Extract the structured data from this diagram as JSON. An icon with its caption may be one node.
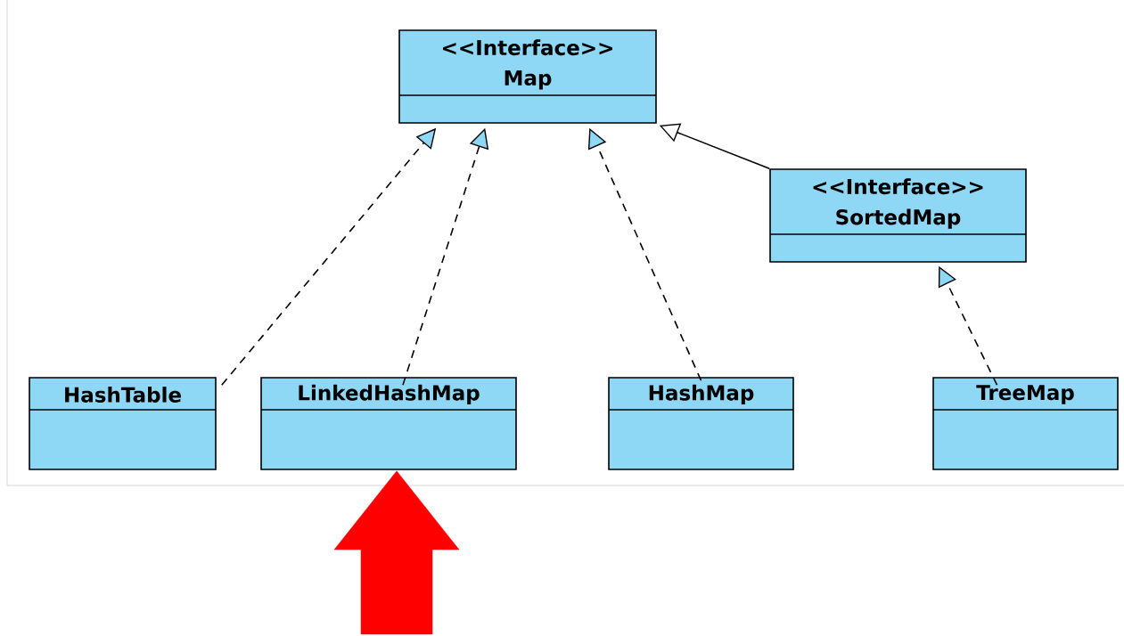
{
  "diagram": {
    "nodes": [
      {
        "text": [
          "<<Interface>>",
          "Map"
        ]
      },
      {
        "text": [
          "<<Interface>>",
          "SortedMap"
        ]
      },
      {
        "text": [
          "HashTable"
        ]
      },
      {
        "text": [
          "LinkedHashMap"
        ]
      },
      {
        "text": [
          "HashMap"
        ]
      },
      {
        "text": [
          "TreeMap"
        ]
      }
    ],
    "edges": [
      {
        "from": 2,
        "to": 0,
        "arrow": "to",
        "style": "dashed"
      },
      {
        "from": 3,
        "to": 0,
        "arrow": "to",
        "style": "dashed"
      },
      {
        "from": 4,
        "to": 0,
        "arrow": "to",
        "style": "dashed"
      },
      {
        "from": 1,
        "to": 0,
        "arrow": "to"
      },
      {
        "from": 5,
        "to": 1,
        "arrow": "to",
        "style": "dashed"
      },
      {
        "from": null,
        "to": 3,
        "arrow": "to",
        "style": "thick",
        "color": "#ff0000"
      }
    ]
  }
}
